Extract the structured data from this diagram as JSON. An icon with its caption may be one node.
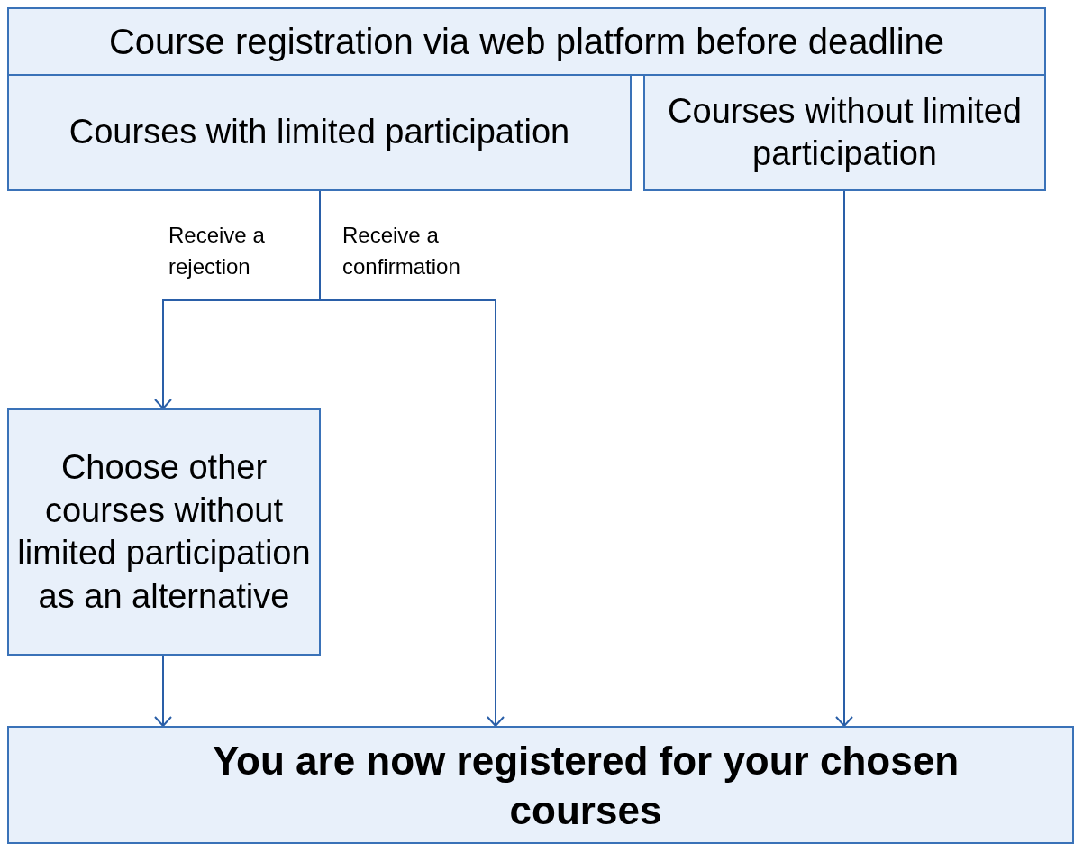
{
  "diagram": {
    "nodes": [
      {
        "text": [
          "Course registration via web platform before deadline"
        ]
      },
      {
        "text": [
          "Courses with limited participation"
        ]
      },
      {
        "text": [
          "Courses without limited participation"
        ]
      },
      {
        "text": [
          "Choose other courses without limited participation as an alternative"
        ]
      },
      {
        "text": [
          "You are now registered for your chosen courses"
        ]
      }
    ],
    "edges": [
      {
        "from": 1,
        "to": 3,
        "arrow": "to",
        "label": "Receive a rejection"
      },
      {
        "from": 1,
        "to": 4,
        "arrow": "to",
        "label": "Receive a confirmation"
      },
      {
        "from": 3,
        "to": 4,
        "arrow": "to"
      },
      {
        "from": 2,
        "to": 4,
        "arrow": "to"
      }
    ]
  }
}
